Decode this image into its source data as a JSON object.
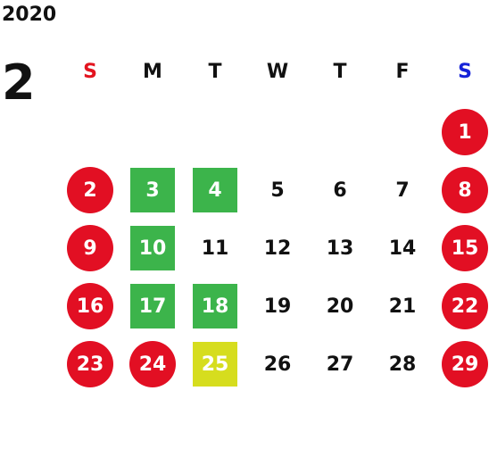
{
  "calendar": {
    "year": "2020",
    "month": "2",
    "weekdays": [
      "S",
      "M",
      "T",
      "W",
      "T",
      "F",
      "S"
    ],
    "weeks": [
      [
        {
          "label": "",
          "style": "empty"
        },
        {
          "label": "",
          "style": "empty"
        },
        {
          "label": "",
          "style": "empty"
        },
        {
          "label": "",
          "style": "empty"
        },
        {
          "label": "",
          "style": "empty"
        },
        {
          "label": "",
          "style": "empty"
        },
        {
          "label": "1",
          "style": "holiday"
        }
      ],
      [
        {
          "label": "2",
          "style": "holiday"
        },
        {
          "label": "3",
          "style": "green"
        },
        {
          "label": "4",
          "style": "green"
        },
        {
          "label": "5",
          "style": "plain"
        },
        {
          "label": "6",
          "style": "plain"
        },
        {
          "label": "7",
          "style": "plain"
        },
        {
          "label": "8",
          "style": "holiday"
        }
      ],
      [
        {
          "label": "9",
          "style": "holiday"
        },
        {
          "label": "10",
          "style": "green"
        },
        {
          "label": "11",
          "style": "plain"
        },
        {
          "label": "12",
          "style": "plain"
        },
        {
          "label": "13",
          "style": "plain"
        },
        {
          "label": "14",
          "style": "plain"
        },
        {
          "label": "15",
          "style": "holiday"
        }
      ],
      [
        {
          "label": "16",
          "style": "holiday"
        },
        {
          "label": "17",
          "style": "green"
        },
        {
          "label": "18",
          "style": "green"
        },
        {
          "label": "19",
          "style": "plain"
        },
        {
          "label": "20",
          "style": "plain"
        },
        {
          "label": "21",
          "style": "plain"
        },
        {
          "label": "22",
          "style": "holiday"
        }
      ],
      [
        {
          "label": "23",
          "style": "holiday"
        },
        {
          "label": "24",
          "style": "holiday"
        },
        {
          "label": "25",
          "style": "yellow"
        },
        {
          "label": "26",
          "style": "plain"
        },
        {
          "label": "27",
          "style": "plain"
        },
        {
          "label": "28",
          "style": "plain"
        },
        {
          "label": "29",
          "style": "holiday"
        }
      ]
    ]
  },
  "colors": {
    "holiday": "#e20f23",
    "green": "#3cb44b",
    "yellow": "#d6dd1e",
    "sunday": "#e3141f",
    "saturday": "#1623d8"
  }
}
